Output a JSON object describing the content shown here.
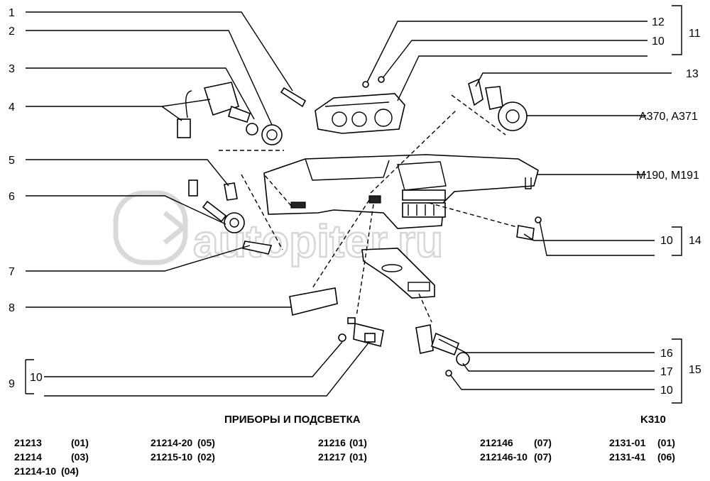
{
  "diagram": {
    "callouts": {
      "c1": "1",
      "c2": "2",
      "c3": "3",
      "c4": "4",
      "c5": "5",
      "c6": "6",
      "c7": "7",
      "c8": "8",
      "c9": "9",
      "c10a": "10",
      "c12": "12",
      "c10b": "10",
      "c11": "11",
      "c13": "13",
      "a370": "A370, A371",
      "m190": "M190, M191",
      "c10c": "10",
      "c14": "14",
      "c16": "16",
      "c17": "17",
      "c10d": "10",
      "c15": "15"
    },
    "title": "ПРИБОРЫ И ПОДСВЕТКА",
    "sheet_code": "K310",
    "watermark": "autopiter.ru"
  },
  "models": [
    [
      "21213",
      "(01)"
    ],
    [
      "21214",
      "(03)"
    ],
    [
      "21214-10",
      "(04)"
    ],
    [
      "21214-20",
      "(05)"
    ],
    [
      "21215-10",
      "(02)"
    ],
    [
      "21216",
      "(01)"
    ],
    [
      "21217",
      "(01)"
    ],
    [
      "212146",
      "(07)"
    ],
    [
      "212146-10",
      "(07)"
    ],
    [
      "2131-01",
      "(01)"
    ],
    [
      "2131-41",
      "(06)"
    ]
  ]
}
